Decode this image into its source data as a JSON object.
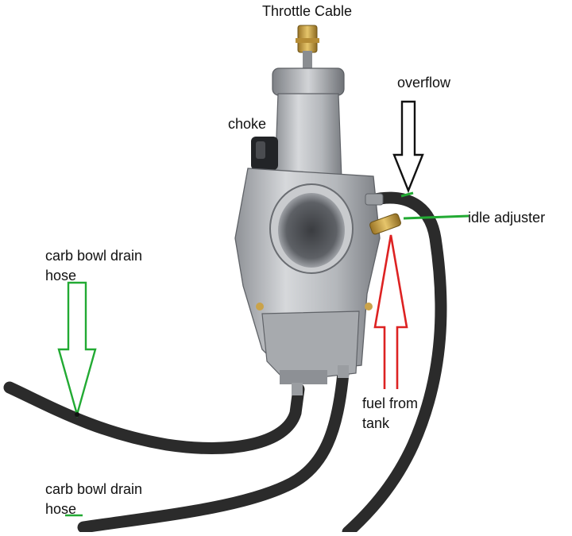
{
  "labels": {
    "throttle_cable": "Throttle Cable",
    "overflow": "overflow",
    "choke": "choke",
    "idle_adjuster": "idle adjuster",
    "carb_bowl_drain_hose_top_line1": "carb bowl drain",
    "carb_bowl_drain_hose_top_line2": "hose",
    "fuel_from_tank_line1": "fuel from",
    "fuel_from_tank_line2": "tank",
    "carb_bowl_drain_hose_bottom_line1": "carb bowl drain",
    "carb_bowl_drain_hose_bottom_line2": "hose"
  },
  "colors": {
    "overflow_arrow": "#111111",
    "idle_adjuster_line": "#22aa33",
    "drain_arrow": "#22aa33",
    "fuel_arrow": "#dd2222",
    "hose": "#2b2b2b",
    "carb_body": "#b9bcc0",
    "brass": "#c9a24a"
  }
}
